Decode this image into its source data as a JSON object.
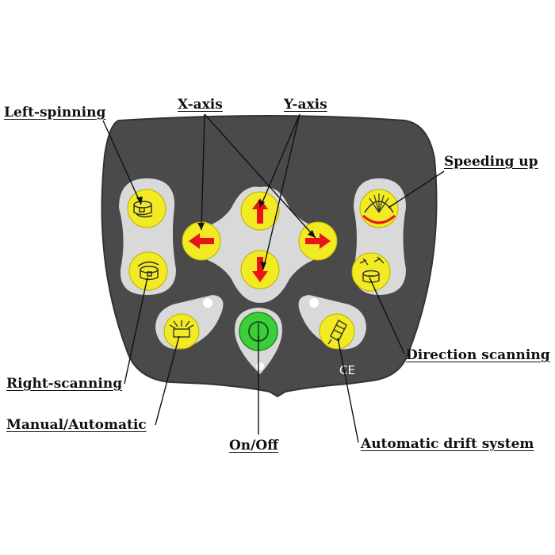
{
  "labels": {
    "left_spinning": "Left-spinning",
    "x_axis": "X-axis",
    "y_axis": "Y-axis",
    "speeding_up": "Speeding up",
    "direction_scanning": "Direction scanning",
    "right_scanning": "Right-scanning",
    "manual_automatic": "Manual/Automatic",
    "on_off": "On/Off",
    "automatic_drift_system": "Automatic drift system"
  },
  "panel": {
    "ce_mark": "CE"
  },
  "colors": {
    "panel": "#4a4a4a",
    "button_yellow": "#f2ea22",
    "button_housing": "#d8d8d8",
    "arrow_red": "#e8141a",
    "power_green": "#3ccf3a",
    "leader_line": "#111111"
  },
  "icons": {
    "left_spinning": "rotate-left-icon",
    "right_scanning": "rotate-right-icon",
    "arrow_up": "arrow-up-icon",
    "arrow_down": "arrow-down-icon",
    "arrow_left": "arrow-left-icon",
    "arrow_right": "arrow-right-icon",
    "speeding_up": "speed-fan-icon",
    "direction_scanning": "direction-scan-icon",
    "manual_automatic": "laser-mode-icon",
    "automatic_drift": "drift-probe-icon",
    "power": "power-icon"
  }
}
